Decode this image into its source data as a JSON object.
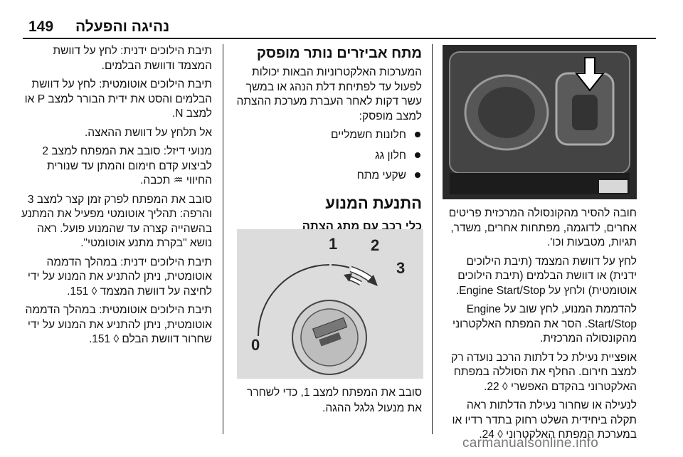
{
  "header": {
    "page_number": "149",
    "section_title": "נהיגה והפעלה"
  },
  "left_column": {
    "paragraphs": [
      "תיבת הילוכים ידנית: לחץ על דוושת המצמד ודוושת הבלמים.",
      "תיבת הילוכים אוטומטית: לחץ על דוושת הבלמים והסט את ידית הבורר למצב P או למצב N.",
      "אל תלחץ על דוושת ההאצה.",
      "מנועי דיזל: סובב את המפתח למצב 2 לביצוע קדם חימום והמתן עד שנורית החיווי ♒ תכבה.",
      "סובב את המפתח לפרק זמן קצר למצב 3 והרפה: תהליך אוטומטי מפעיל את המתנע בהשהייה קצרה עד שהמנוע פועל. ראה נושא \"בקרת מתנע אוטומטי\".",
      "תיבת הילוכים ידנית: במהלך הדממה אוטומטית, ניתן להתניע את המנוע על ידי לחיצה על דוושת המצמד ◊ 151.",
      "תיבת הילוכים אוטומטית: במהלך הדממה אוטומטית, ניתן להתניע את המנוע על ידי שחרור דוושת הבלם ◊ 151."
    ]
  },
  "middle_column": {
    "title": "מתח אביזרים נותר מופסק",
    "intro": "המערכות האלקטרוניות הבאות יכולות לפעול עד לפתיחת דלת הנהג או במשך עשר דקות לאחר העברת מערכת ההצתה למצב מופסק:",
    "bullets": [
      "חלונות חשמליים",
      "חלון גג",
      "שקעי מתח"
    ],
    "section_title": "התנעת המנוע",
    "subsection_title": "כלי רכב עם מתג הצתה",
    "figure_labels": [
      "0",
      "1",
      "2",
      "3"
    ],
    "caption": "סובב את המפתח למצב 1, כדי לשחרר את מנעול גלגל ההגה."
  },
  "right_column": {
    "paragraphs": [
      "חובה להסיר מהקונסולה המרכזית פריטים אחרים, לדוגמה, מפתחות אחרים, משדר, תגיות, מטבעות וכו'.",
      "לחץ על דוושת המצמד (תיבת הילוכים ידנית) או דוושת הבלמים (תיבת הילוכים אוטומטית) ולחץ על Engine Start/Stop.",
      "להדממת המנוע, לחץ שוב על Engine Start/Stop. הסר את המפתח האלקטרוני מהקונסולה המרכזית.",
      "אופציית נעילת כל דלתות הרכב נועדה רק למצב חירום. החלף את הסוללה במפתח האלקטרוני בהקדם האפשרי ◊ 22.",
      "לנעילה או שחרור נעילת הדלתות ראה תקלה ביחידית השלט רחוק בתדר רדיו או במערכת המפתח האלקטרוני ◊ 24."
    ]
  },
  "watermark": "carmanualsonline.info"
}
